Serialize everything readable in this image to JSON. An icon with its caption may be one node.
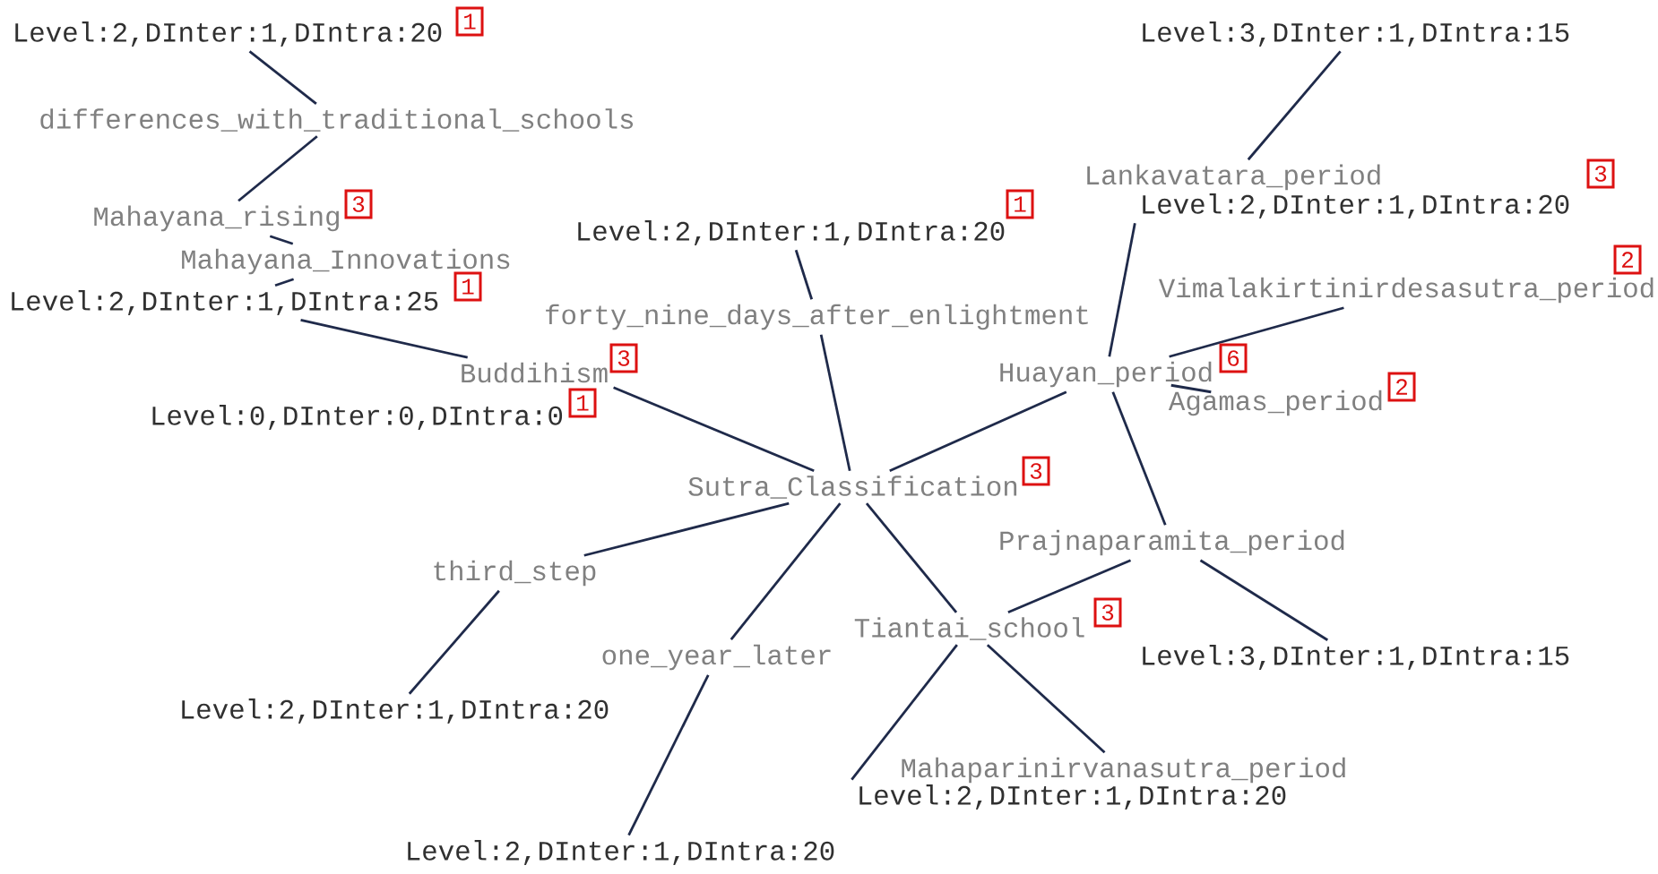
{
  "diagram": {
    "nodes": [
      {
        "text": [
          "Level:2,DInter:1,DIntra:20"
        ],
        "beside": [
          "1"
        ]
      },
      {
        "text": [
          "differences_with_traditional_schools"
        ]
      },
      {
        "text": [
          "Mahayana_rising"
        ],
        "beside": [
          "3"
        ]
      },
      {
        "text": [
          "Mahayana_Innovations"
        ],
        "beside": [
          "1"
        ]
      },
      {
        "text": [
          "Level:2,DInter:1,DIntra:25"
        ]
      },
      {
        "text": [
          "Buddihism"
        ],
        "beside": [
          "3"
        ]
      },
      {
        "text": [
          "Level:0,DInter:0,DIntra:0"
        ],
        "beside": [
          "1"
        ]
      },
      {
        "text": [
          "Level:2,DInter:1,DIntra:20"
        ],
        "beside": [
          "1"
        ]
      },
      {
        "text": [
          "forty_nine_days_after_enlightment"
        ]
      },
      {
        "text": [
          "Sutra_Classification"
        ],
        "beside": [
          "3"
        ]
      },
      {
        "text": [
          "Level:3,DInter:1,DIntra:15"
        ]
      },
      {
        "text": [
          "Lankavatara_period"
        ]
      },
      {
        "text": [
          "Level:2,DInter:1,DIntra:20"
        ]
      },
      {
        "text": [
          "Vimalakirtinirdesasutra_period"
        ],
        "beside": [
          "2"
        ]
      },
      {
        "text": [
          "Huayan_period"
        ],
        "beside": [
          "6"
        ]
      },
      {
        "text": [
          "Agamas_period"
        ],
        "beside": [
          "2"
        ]
      },
      {
        "text": [
          "third_step"
        ]
      },
      {
        "text": [
          "one_year_later"
        ]
      },
      {
        "text": [
          "Tiantai_school"
        ],
        "beside": [
          "3"
        ]
      },
      {
        "text": [
          "Prajnaparamita_period"
        ]
      },
      {
        "text": [
          "Level:3,DInter:1,DIntra:15"
        ]
      },
      {
        "text": [
          "Level:2,DInter:1,DIntra:20"
        ]
      },
      {
        "text": [
          "Mahaparinirvanasutra_period"
        ]
      },
      {
        "text": [
          "Level:2,DInter:1,DIntra:20"
        ]
      },
      {
        "text": [
          "Level:2,DInter:1,DIntra:20"
        ]
      }
    ],
    "edges": [
      {
        "from": 0,
        "to": 1,
        "arrow": "none"
      },
      {
        "from": 1,
        "to": 2,
        "arrow": "none"
      },
      {
        "from": 2,
        "to": 3,
        "arrow": "none"
      },
      {
        "from": 3,
        "to": 4,
        "arrow": "none"
      },
      {
        "from": 4,
        "to": 5,
        "arrow": "none"
      },
      {
        "from": 5,
        "to": 9,
        "arrow": "none"
      },
      {
        "from": 7,
        "to": 8,
        "arrow": "none"
      },
      {
        "from": 8,
        "to": 9,
        "arrow": "none"
      },
      {
        "from": 9,
        "to": 14,
        "arrow": "none"
      },
      {
        "from": 10,
        "to": 11,
        "arrow": "none"
      },
      {
        "from": 14,
        "to": 12,
        "arrow": "none"
      },
      {
        "from": 14,
        "to": 13,
        "arrow": "none"
      },
      {
        "from": 14,
        "to": 15,
        "arrow": "none"
      },
      {
        "from": 14,
        "to": 19,
        "arrow": "none"
      },
      {
        "from": 19,
        "to": 18,
        "arrow": "none"
      },
      {
        "from": 19,
        "to": 20,
        "arrow": "none"
      },
      {
        "from": 9,
        "to": 16,
        "arrow": "none"
      },
      {
        "from": 9,
        "to": 17,
        "arrow": "none"
      },
      {
        "from": 9,
        "to": 18,
        "arrow": "none"
      },
      {
        "from": 16,
        "to": 21,
        "arrow": "none"
      },
      {
        "from": 17,
        "to": 24,
        "arrow": "none"
      },
      {
        "from": 18,
        "to": 23,
        "arrow": "none"
      },
      {
        "from": 18,
        "to": 22,
        "arrow": "none"
      }
    ],
    "labels": [
      "3"
    ]
  }
}
